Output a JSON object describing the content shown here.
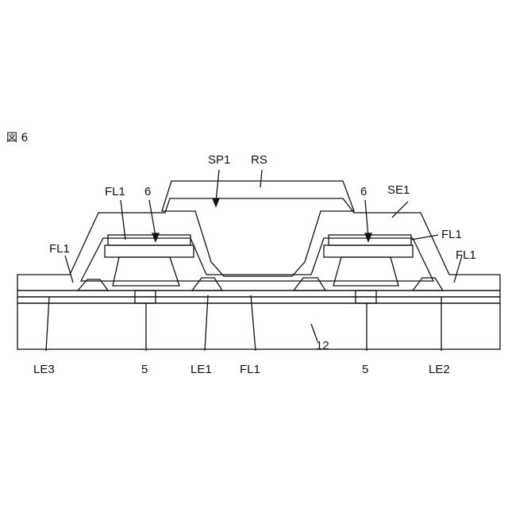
{
  "figure": {
    "label": "図 6"
  },
  "labels": {
    "sp1": "SP1",
    "rs": "RS",
    "se1": "SE1",
    "fl1": "FL1",
    "six": "6",
    "le1": "LE1",
    "le2": "LE2",
    "le3": "LE3",
    "five": "5",
    "twelve": "12"
  }
}
